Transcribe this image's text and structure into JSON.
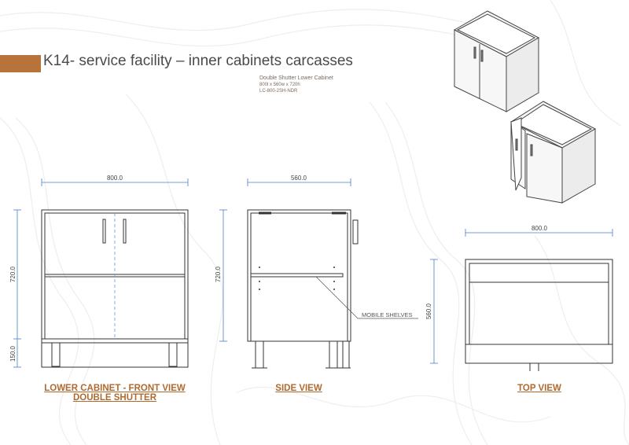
{
  "header": {
    "title": "K14- service facility – inner cabinets carcasses",
    "subtitle": "Double Shutter Lower Cabinet",
    "dimensions": "800l x 560w x 720h",
    "code": "LC-800-2SH-NDR"
  },
  "front_view": {
    "label_line1": "LOWER CABINET - FRONT VIEW",
    "label_line2": "DOUBLE SHUTTER",
    "width_dim": "800.0",
    "height_dim": "720.0",
    "plinth_dim": "150.0"
  },
  "side_view": {
    "label": "SIDE VIEW",
    "depth_dim": "560.0",
    "height_dim": "720.0",
    "callout": "MOBILE SHELVES"
  },
  "top_view": {
    "label": "TOP VIEW",
    "width_dim": "800.0",
    "depth_dim": "560.0"
  },
  "colors": {
    "accent": "#b8733a",
    "label": "#b06a30",
    "dimension": "#4a7fc1",
    "line": "#333333"
  }
}
